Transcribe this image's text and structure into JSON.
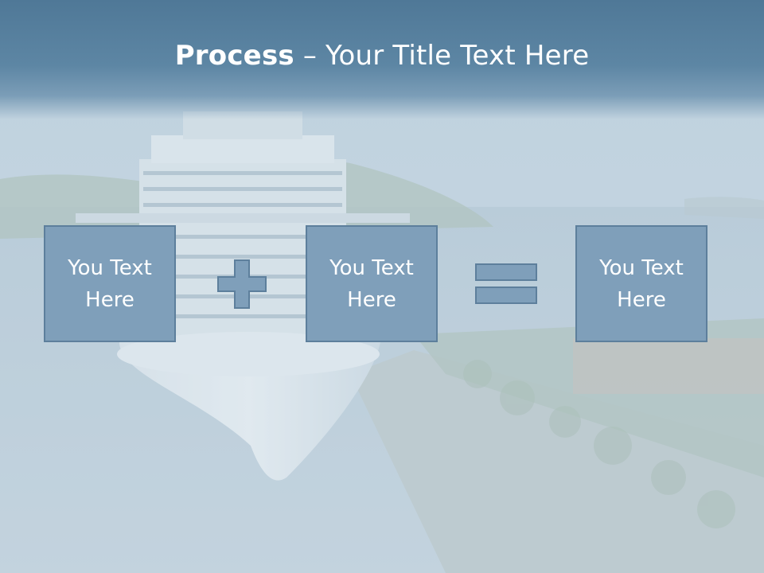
{
  "slide": {
    "title_bold": "Process",
    "title_rest": " – Your Title Text Here",
    "boxes": [
      {
        "line1": "You Text",
        "line2": "Here"
      },
      {
        "line1": "You Text",
        "line2": "Here"
      },
      {
        "line1": "You Text",
        "line2": "Here"
      }
    ],
    "operators": [
      "plus-icon",
      "equals-icon"
    ]
  },
  "colors": {
    "header": "#5d86a4",
    "box_fill": "#7f9fba",
    "box_border": "#5d7f9c",
    "text": "#ffffff"
  }
}
